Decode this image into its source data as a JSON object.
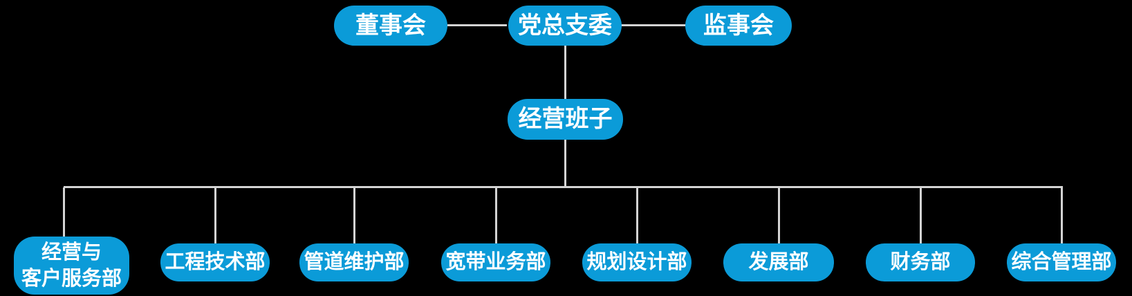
{
  "colors": {
    "background": "#000000",
    "node_fill": "#0b9bd8",
    "connector": "#d4d4d4",
    "node_text": "#ffffff"
  },
  "org_chart": {
    "type": "organization-chart",
    "governance_row": [
      {
        "id": "board-of-directors",
        "label": "董事会"
      },
      {
        "id": "party-general-branch-committee",
        "label": "党总支委"
      },
      {
        "id": "board-of-supervisors",
        "label": "监事会"
      }
    ],
    "management": {
      "id": "management-team",
      "label": "经营班子"
    },
    "departments": [
      {
        "id": "operations-and-customer-service-dept",
        "label": "经营与客户服务部",
        "line1": "经营与",
        "line2": "客户服务部"
      },
      {
        "id": "engineering-technology-dept",
        "label": "工程技术部"
      },
      {
        "id": "pipeline-maintenance-dept",
        "label": "管道维护部"
      },
      {
        "id": "broadband-business-dept",
        "label": "宽带业务部"
      },
      {
        "id": "planning-design-dept",
        "label": "规划设计部"
      },
      {
        "id": "development-dept",
        "label": "发展部"
      },
      {
        "id": "finance-dept",
        "label": "财务部"
      },
      {
        "id": "general-management-dept",
        "label": "综合管理部"
      }
    ],
    "edges": [
      "董事会 — 党总支委",
      "党总支委 — 监事会",
      "党总支委 — 经营班子",
      "经营班子 — 经营与客户服务部",
      "经营班子 — 工程技术部",
      "经营班子 — 管道维护部",
      "经营班子 — 宽带业务部",
      "经营班子 — 规划设计部",
      "经营班子 — 发展部",
      "经营班子 — 财务部",
      "经营班子 — 综合管理部"
    ]
  }
}
